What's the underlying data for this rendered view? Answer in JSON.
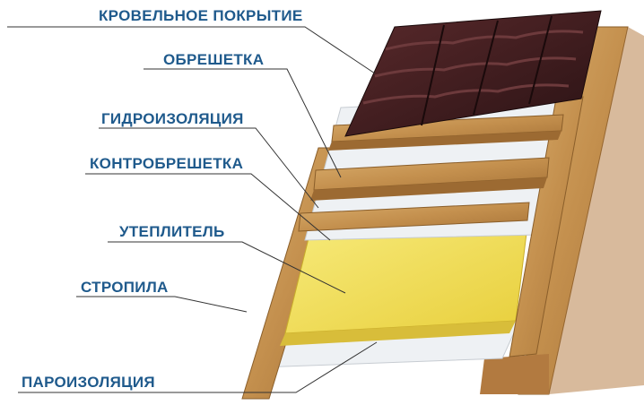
{
  "labels": {
    "roof_covering": "КРОВЕЛЬНОЕ ПОКРЫТИЕ",
    "battens": "ОБРЕШЕТКА",
    "waterproofing": "ГИДРОИЗОЛЯЦИЯ",
    "counter_battens": "КОНТРОБРЕШЕТКА",
    "insulation": "УТЕПЛИТЕЛЬ",
    "rafters": "СТРОПИЛА",
    "vapor_barrier": "ПАРОИЗОЛЯЦИЯ"
  },
  "colors": {
    "label_text": "#1f5a8c",
    "leader_line": "#333333",
    "wood": "#c99a5a",
    "wood_dark": "#9c6f36",
    "tile": "#3a1c1e",
    "insulation": "#f2e05a",
    "membrane": "#eef1f4"
  }
}
